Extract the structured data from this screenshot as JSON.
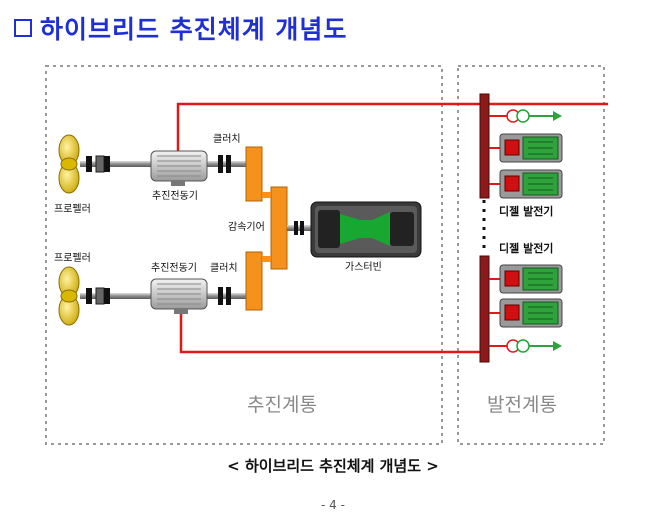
{
  "heading": {
    "marker": "□",
    "title": "하이브리드 추진체계 개념도"
  },
  "diagram": {
    "labels": {
      "propeller_top": "프로펠러",
      "motor_top": "추진전동기",
      "clutch_top": "클러치",
      "gearbox": "감속기어",
      "gas_turbine": "가스터빈",
      "propeller_bottom": "프로펠러",
      "motor_bottom": "추진전동기",
      "clutch_bottom": "클러치",
      "diesel_gen_top": "디젤 발전기",
      "diesel_gen_bottom": "디젤 발전기",
      "propulsion_system": "추진계통",
      "power_system": "발전계통"
    },
    "colors": {
      "power_line": "#e01818",
      "bus_bar": "#8b1a1a",
      "gearbox": "#f5921e",
      "generator_fill": "#2ea33c",
      "arrow": "#2ea33c",
      "region_border": "#9a9a9a"
    }
  },
  "caption": "< 하이브리드 추진체계 개념도 >",
  "page_number": "- 4 -"
}
